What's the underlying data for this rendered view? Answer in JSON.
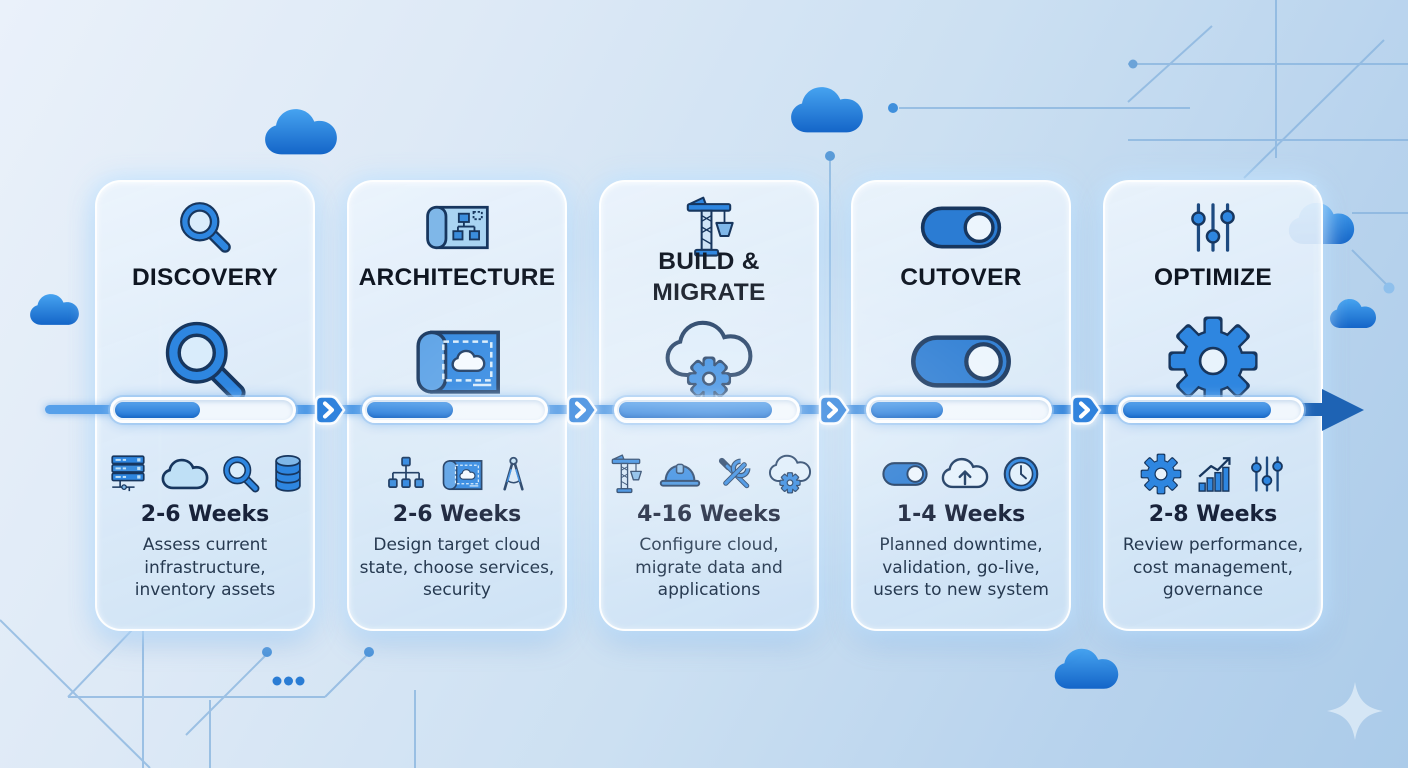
{
  "colors": {
    "accent_blue": "#2e86e0",
    "deep_blue": "#1e63b4",
    "outline_navy": "#17365e",
    "card_background": "#dcebf8",
    "background_top": "#eaf1fa",
    "background_bottom": "#abcbe9",
    "title_text": "#0f1622",
    "description_text": "#263950"
  },
  "timeline": {
    "connector_icon": "chevron-badge",
    "direction": "left-to-right"
  },
  "decor": {
    "cloud_icon": "cloud",
    "sparkle_icon": "sparkle",
    "ellipsis_dots": 3
  },
  "phases": [
    {
      "title": "DISCOVERY",
      "top_icon": "magnifier",
      "main_icon": "magnifier-large",
      "progress_pct": 47,
      "mini_icons": [
        "server",
        "cloud",
        "magnifier-small",
        "database"
      ],
      "duration": "2-6 Weeks",
      "description": "Assess current infrastructure, inventory assets"
    },
    {
      "title": "ARCHITECTURE",
      "top_icon": "blueprint",
      "main_icon": "blueprint-cloud",
      "progress_pct": 48,
      "mini_icons": [
        "hierarchy",
        "blueprint-cloud-small",
        "compass"
      ],
      "duration": "2-6 Weeks",
      "description": "Design target cloud state, choose services, security"
    },
    {
      "title": "BUILD & MIGRATE",
      "top_icon": "crane",
      "main_icon": "cloud-gear",
      "progress_pct": 85,
      "mini_icons": [
        "crane-small",
        "hard-hat",
        "tools",
        "cloud-gear-small"
      ],
      "duration": "4-16 Weeks",
      "description": "Configure cloud, migrate data and applications"
    },
    {
      "title": "CUTOVER",
      "top_icon": "toggle",
      "main_icon": "toggle-large",
      "progress_pct": 40,
      "mini_icons": [
        "toggle-small",
        "cloud-upload",
        "clock"
      ],
      "duration": "1-4 Weeks",
      "description": "Planned downtime, validation, go-live, users to new system"
    },
    {
      "title": "OPTIMIZE",
      "top_icon": "sliders",
      "main_icon": "gear-large",
      "progress_pct": 82,
      "mini_icons": [
        "gear",
        "chart-up",
        "sliders-small"
      ],
      "duration": "2-8 Weeks",
      "description": "Review performance, cost management, governance"
    }
  ]
}
